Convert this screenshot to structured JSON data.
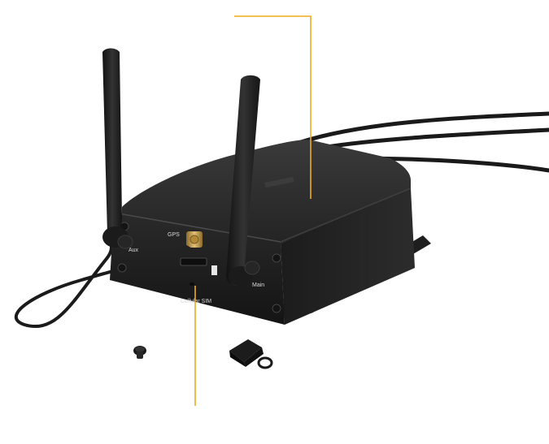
{
  "product": {
    "port_labels": {
      "aux": "Aux",
      "gps": "GPS",
      "main": "Main",
      "sim": "Cellular SIM"
    }
  },
  "colors": {
    "callout_line": "#f0ac1c",
    "body": "#262626",
    "body_top": "#2e2e2e",
    "cable": "#1a1a1a",
    "connector_gold": "#c9a04a"
  },
  "icons": [
    "router-device-icon",
    "antenna-icon",
    "gps-connector-icon",
    "screw-icon",
    "dust-cap-icon"
  ]
}
